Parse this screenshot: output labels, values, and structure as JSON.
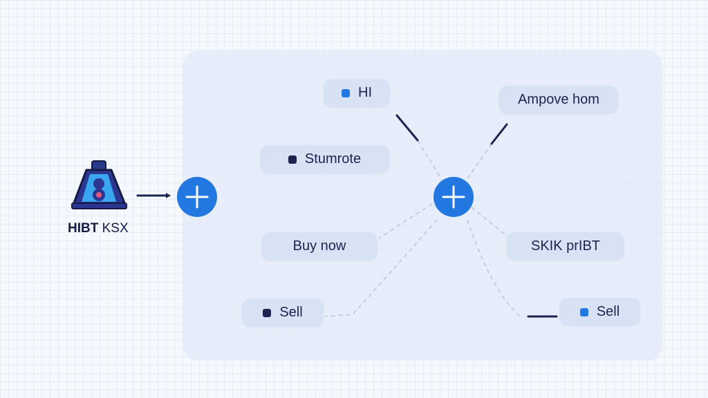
{
  "logo": {
    "label_bold": "HIBT",
    "label_light": "KSX"
  },
  "nodes": {
    "hi": "HI",
    "stumrote": "Stumrote",
    "buy_now": "Buy now",
    "sell_left": "Sell",
    "ampove": "Ampove hom",
    "skik": "SKIK prIBT",
    "sell_right": "Sell"
  },
  "colors": {
    "accent": "#2278e0",
    "navy": "#1b2350",
    "node_bg": "#d7e3f4"
  }
}
